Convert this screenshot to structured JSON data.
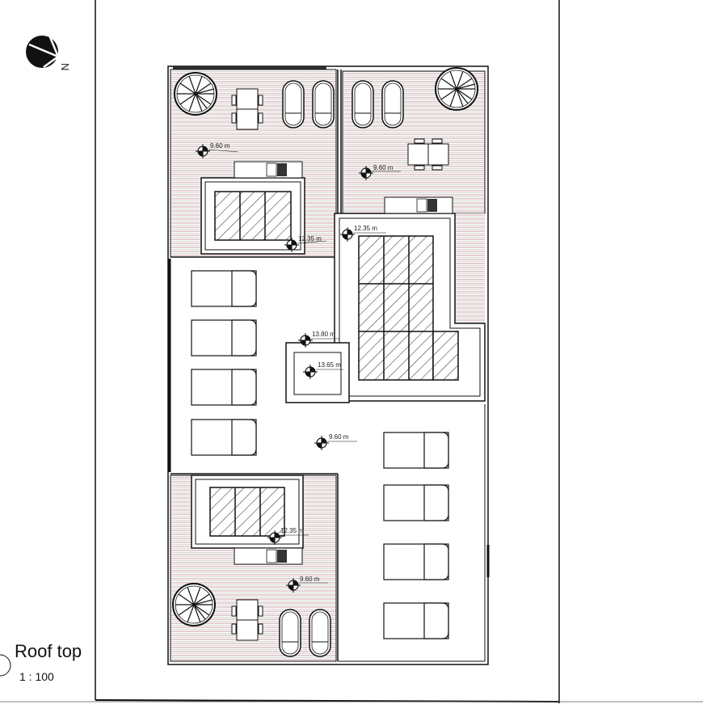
{
  "drawing": {
    "view_title": "Roof top",
    "scale": "1 : 100",
    "north_label": "N",
    "levels": {
      "deck_top_left": "9.60 m",
      "deck_top_right": "9.60 m",
      "roof_center": "9.60 m",
      "deck_bottom_left": "9.60 m",
      "stair_top_left": "12.35 m",
      "stair_top_right": "12.35 m",
      "stair_bottom_left": "12.35 m",
      "tank_outer": "13.80 m",
      "tank_inner": "13.65 m"
    },
    "colors": {
      "deck_line": "#b07878",
      "line": "#111111"
    }
  }
}
